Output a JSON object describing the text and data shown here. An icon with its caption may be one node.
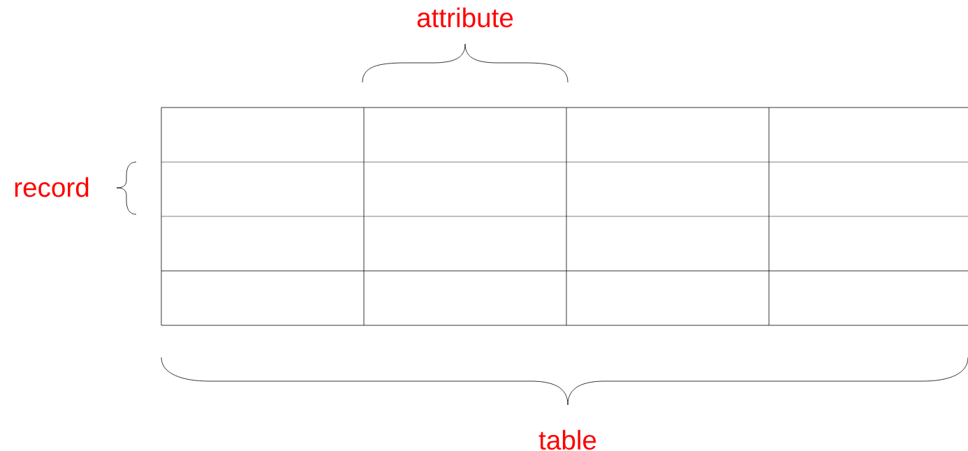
{
  "diagram": {
    "labels": [
      "attribute",
      "record",
      "table"
    ]
  }
}
